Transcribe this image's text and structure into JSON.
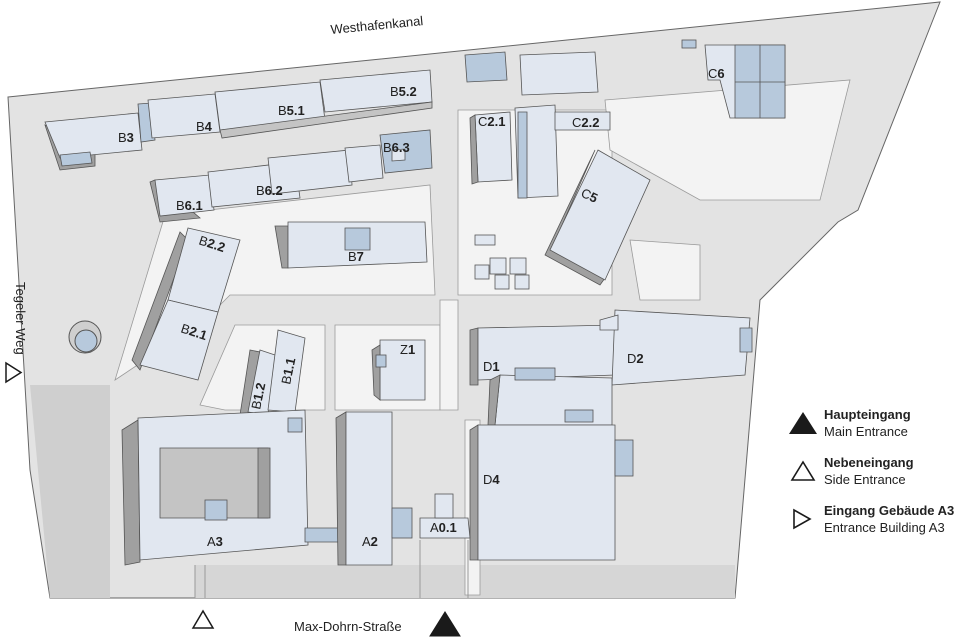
{
  "streets": {
    "north": "Westhafenkanal",
    "west": "Tegeler Weg",
    "south": "Max-Dohrn-Straße"
  },
  "buildings": {
    "B3": {
      "pre": "B",
      "num": "3"
    },
    "B4": {
      "pre": "B",
      "num": "4"
    },
    "B51": {
      "pre": "B",
      "num": "5.1"
    },
    "B52": {
      "pre": "B",
      "num": "5.2"
    },
    "B61": {
      "pre": "B",
      "num": "6.1"
    },
    "B62": {
      "pre": "B",
      "num": "6.2"
    },
    "B63": {
      "pre": "B",
      "num": "6.3"
    },
    "B7": {
      "pre": "B",
      "num": "7"
    },
    "B22": {
      "pre": "B",
      "num": "2.2"
    },
    "B21": {
      "pre": "B",
      "num": "2.1"
    },
    "B12": {
      "pre": "B",
      "num": "1.2"
    },
    "B11": {
      "pre": "B",
      "num": "1.1"
    },
    "C21": {
      "pre": "C",
      "num": "2.1"
    },
    "C22": {
      "pre": "C",
      "num": "2.2"
    },
    "C5": {
      "pre": "C",
      "num": "5"
    },
    "C6": {
      "pre": "C",
      "num": "6"
    },
    "Z1": {
      "pre": "Z",
      "num": "1"
    },
    "D1": {
      "pre": "D",
      "num": "1"
    },
    "D2": {
      "pre": "D",
      "num": "2"
    },
    "D4": {
      "pre": "D",
      "num": "4"
    },
    "A3": {
      "pre": "A",
      "num": "3"
    },
    "A2": {
      "pre": "A",
      "num": "2"
    },
    "A01": {
      "pre": "A",
      "num": "0.1"
    }
  },
  "legend": {
    "main": {
      "title": "Haupteingang",
      "subtitle": "Main Entrance"
    },
    "side": {
      "title": "Nebeneingang",
      "subtitle": "Side Entrance"
    },
    "building": {
      "title": "Eingang Gebäude A3",
      "subtitle": "Entrance Building A3"
    }
  },
  "colors": {
    "ground": "#e3e3e3",
    "paved": "#f2f2f2",
    "roof": "#e1e7f0",
    "roof_dark": "#b8c9dc",
    "wall": "#9a9a9a",
    "outline": "#555555",
    "icon": "#1a1a1a"
  }
}
